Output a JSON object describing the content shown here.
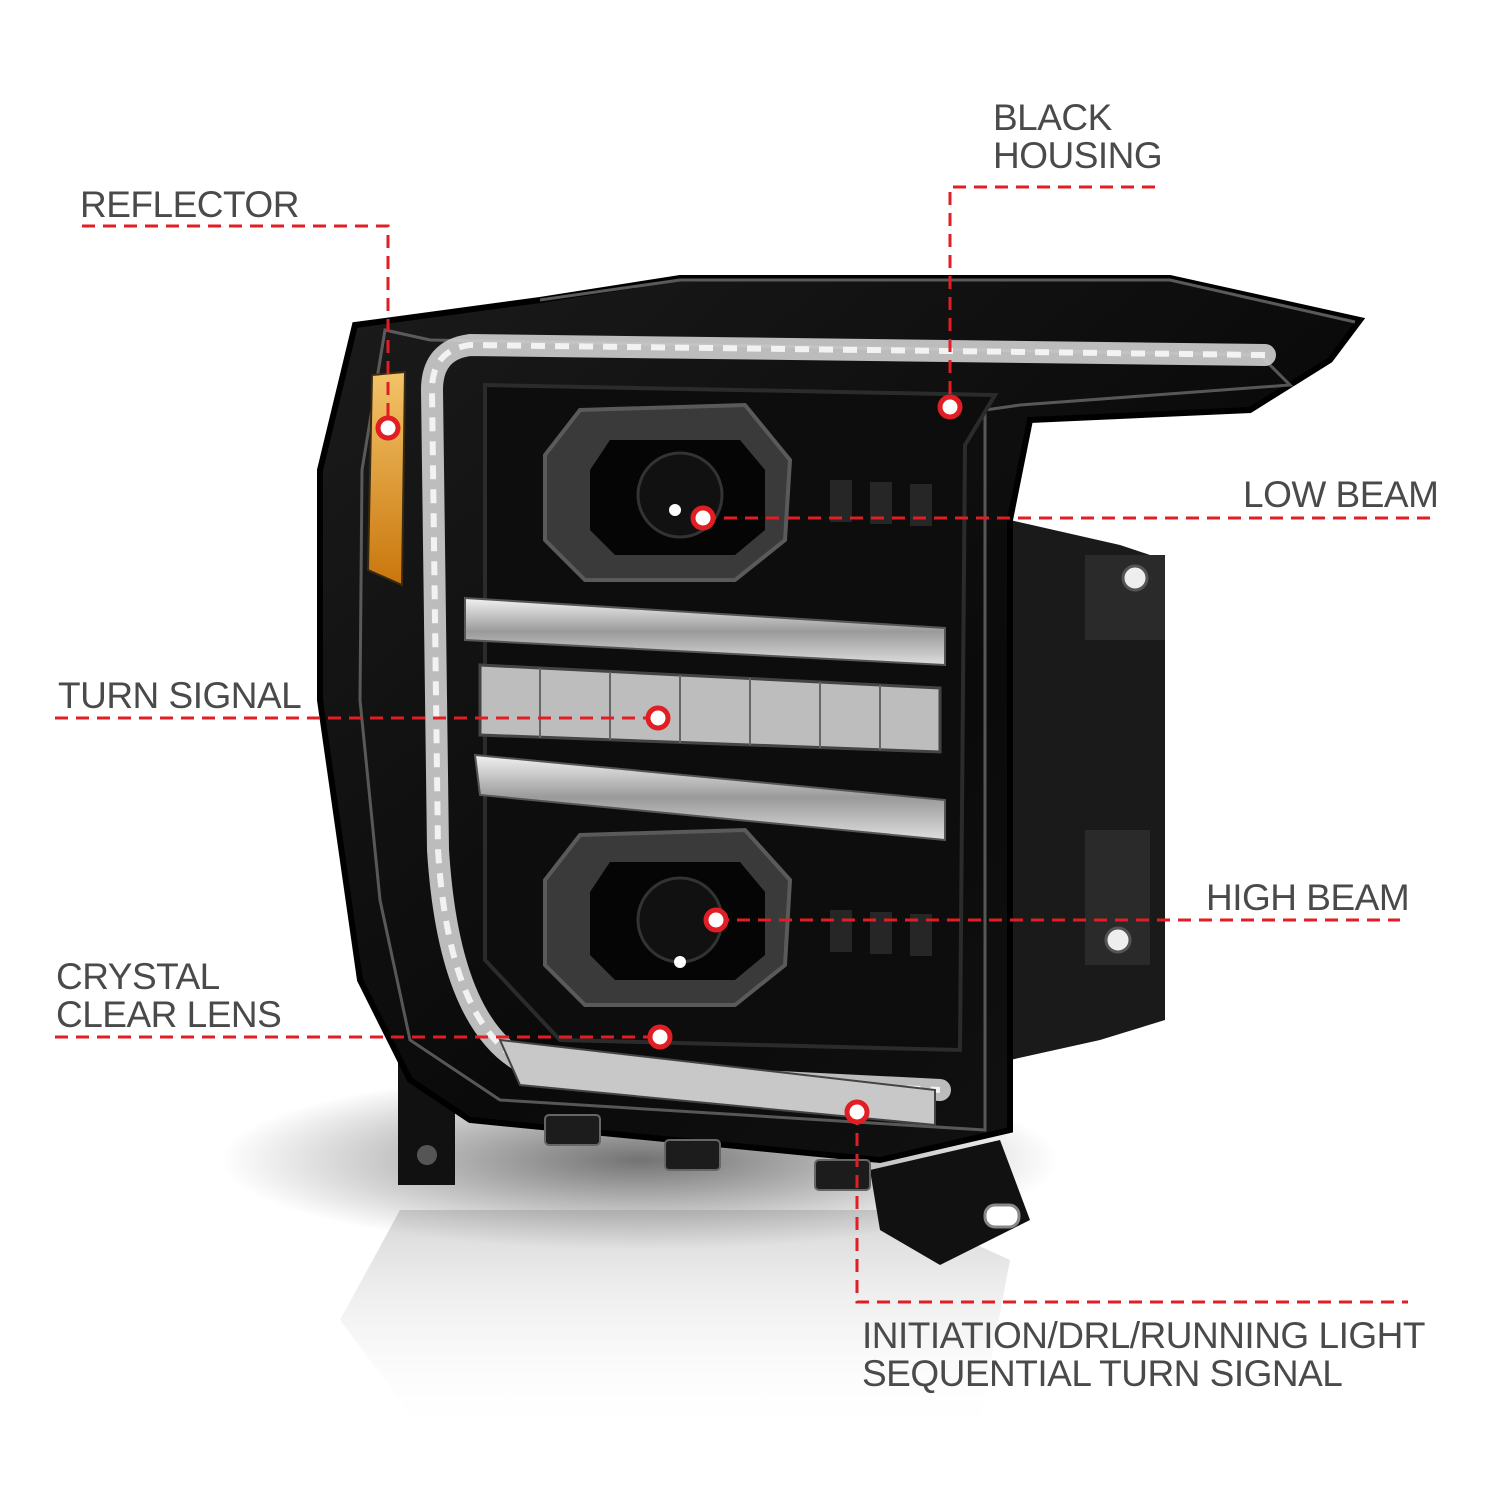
{
  "colors": {
    "callout_line": "#e01e24",
    "label_text": "#4a4a4a",
    "housing": "#0c0c0c",
    "amber": "#e89a1c"
  },
  "callouts": {
    "reflector": {
      "lines": [
        "REFLECTOR"
      ]
    },
    "black_housing": {
      "lines": [
        "BLACK",
        "HOUSING"
      ]
    },
    "low_beam": {
      "lines": [
        "LOW BEAM"
      ]
    },
    "turn_signal": {
      "lines": [
        "TURN SIGNAL"
      ]
    },
    "high_beam": {
      "lines": [
        "HIGH BEAM"
      ]
    },
    "crystal_clear_lens": {
      "lines": [
        "CRYSTAL",
        "CLEAR LENS"
      ]
    },
    "drl": {
      "lines": [
        "INITIATION/DRL/RUNNING LIGHT",
        "SEQUENTIAL TURN SIGNAL"
      ]
    }
  }
}
